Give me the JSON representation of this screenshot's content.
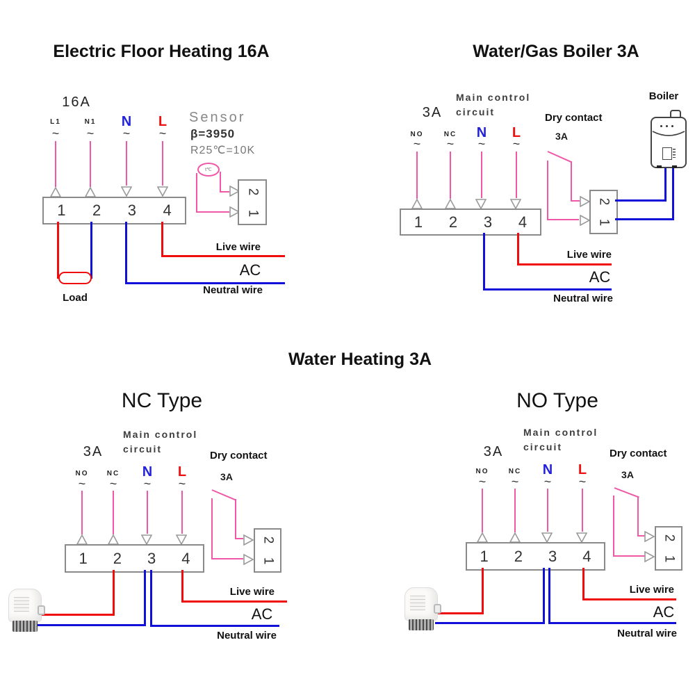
{
  "colors": {
    "wire_pink": "#ee58a7",
    "wire_red": "#ee0c0c",
    "wire_blue": "#1010d8",
    "label_n_blue": "#2222dd",
    "label_l_red": "#ee1111"
  },
  "floor": {
    "title": "Electric Floor Heating 16A",
    "amp": "16A",
    "terminals": [
      "L1",
      "N1",
      "N",
      "L"
    ],
    "tilde": "~",
    "block_numbers": [
      "1",
      "2",
      "3",
      "4"
    ],
    "load": "Load",
    "live": "Live wire",
    "ac": "AC",
    "neutral": "Neutral wire",
    "sensor_title": "Sensor",
    "sensor_beta": "β=3950",
    "sensor_r25": "R25℃=10K",
    "sensor_probe": "t℃",
    "sensor_box": [
      "2",
      "1"
    ]
  },
  "boiler": {
    "title": "Water/Gas Boiler 3A",
    "amp": "3A",
    "main_control_line1": "Main control",
    "main_control_line2": "circuit",
    "dry_contact": "Dry contact",
    "dry_amp": "3A",
    "boiler_label": "Boiler",
    "terminals": [
      "NO",
      "NC",
      "N",
      "L"
    ],
    "tilde": "~",
    "block_numbers": [
      "1",
      "2",
      "3",
      "4"
    ],
    "live": "Live wire",
    "ac": "AC",
    "neutral": "Neutral wire",
    "contact_box": [
      "2",
      "1"
    ]
  },
  "water": {
    "title": "Water Heating 3A"
  },
  "nc": {
    "type_title": "NC Type",
    "amp": "3A",
    "main_control_line1": "Main control",
    "main_control_line2": "circuit",
    "dry_contact": "Dry contact",
    "dry_amp": "3A",
    "terminals": [
      "NO",
      "NC",
      "N",
      "L"
    ],
    "tilde": "~",
    "block_numbers": [
      "1",
      "2",
      "3",
      "4"
    ],
    "live": "Live wire",
    "ac": "AC",
    "neutral": "Neutral wire",
    "contact_box": [
      "2",
      "1"
    ]
  },
  "no": {
    "type_title": "NO Type",
    "amp": "3A",
    "main_control_line1": "Main control",
    "main_control_line2": "circuit",
    "dry_contact": "Dry contact",
    "dry_amp": "3A",
    "terminals": [
      "NO",
      "NC",
      "N",
      "L"
    ],
    "tilde": "~",
    "block_numbers": [
      "1",
      "2",
      "3",
      "4"
    ],
    "live": "Live wire",
    "ac": "AC",
    "neutral": "Neutral wire",
    "contact_box": [
      "2",
      "1"
    ]
  }
}
